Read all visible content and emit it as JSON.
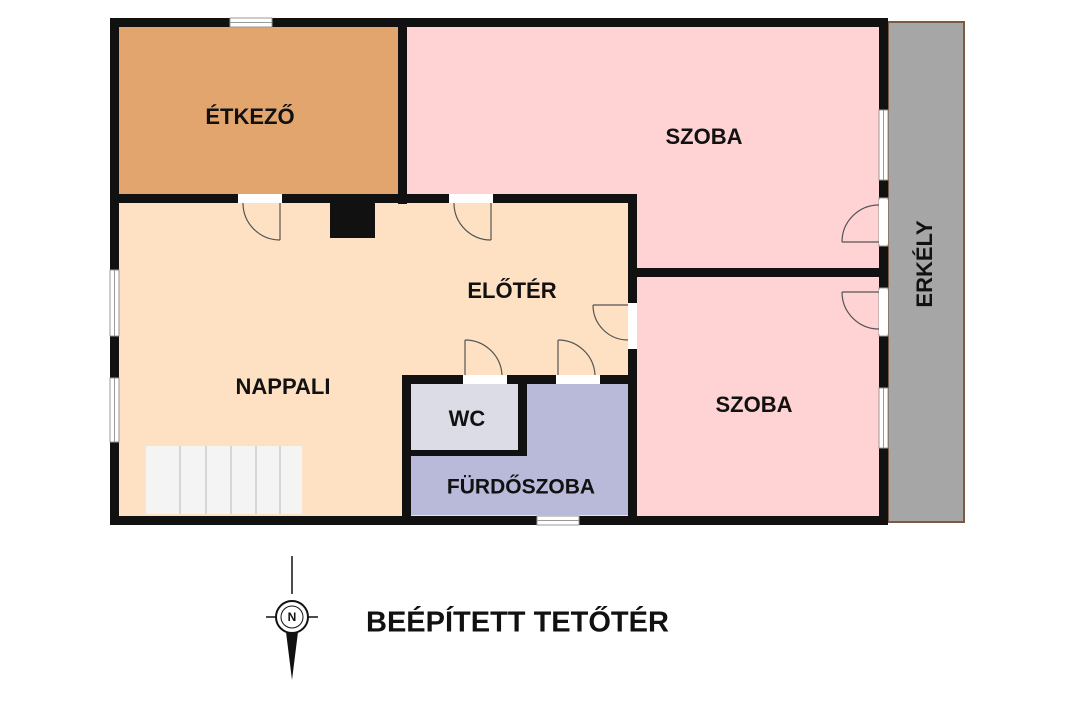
{
  "title": "BEÉPÍTETT TETŐTÉR",
  "compass": {
    "label": "N"
  },
  "rooms": {
    "etkezo": {
      "label": "ÉTKEZŐ",
      "fill": "#E3A56E"
    },
    "szoba_top": {
      "label": "SZOBA",
      "fill": "#FFD3D3"
    },
    "eloter": {
      "label": "ELŐTÉR",
      "fill": "#FDE1C2"
    },
    "nappali": {
      "label": "NAPPALI",
      "fill": "#FDE1C2"
    },
    "wc": {
      "label": "WC",
      "fill": "#DCDCE6"
    },
    "furdoszoba": {
      "label": "FÜRDŐSZOBA",
      "fill": "#B9B9DA"
    },
    "szoba_bottom": {
      "label": "SZOBA",
      "fill": "#FFD3D3"
    },
    "erkely": {
      "label": "ERKÉLY",
      "fill": "#A6A6A6"
    }
  },
  "colors": {
    "wall": "#111111",
    "stairs": "#F4F4F4"
  }
}
